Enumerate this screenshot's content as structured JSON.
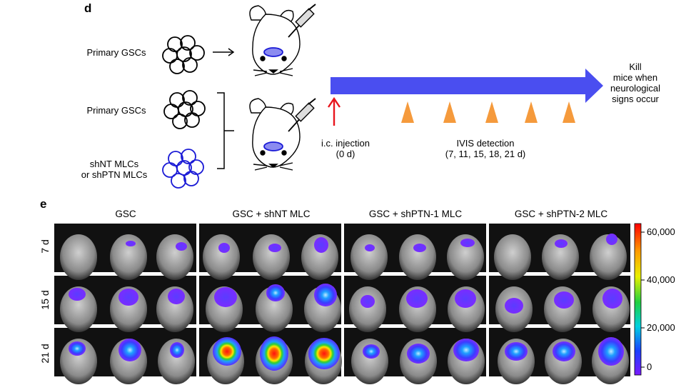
{
  "panel_d": {
    "letter": "d",
    "primary_gsc_top": "Primary GSCs",
    "primary_gsc_mid": "Primary GSCs",
    "mlc_line1": "shNT MLCs",
    "mlc_line2": "or shPTN MLCs",
    "injection_line1": "i.c. injection",
    "injection_line2": "(0 d)",
    "ivis_line1": "IVIS detection",
    "ivis_line2": "(7, 11, 15, 18, 21 d)",
    "kill_line1": "Kill",
    "kill_line2": "mice when",
    "kill_line3": "neurological",
    "kill_line4": "signs occur",
    "arrow_color": "#4a4ef0",
    "marker_color": "#f59a3c",
    "injection_arrow_color": "#e8141c"
  },
  "panel_e": {
    "letter": "e",
    "columns": [
      "GSC",
      "GSC + shNT MLC",
      "GSC + shPTN-1 MLC",
      "GSC + shPTN-2 MLC"
    ],
    "rows": [
      "7 d",
      "15 d",
      "21 d"
    ],
    "colorbar_ticks": [
      "60,000",
      "40,000",
      "20,000",
      "0"
    ]
  }
}
